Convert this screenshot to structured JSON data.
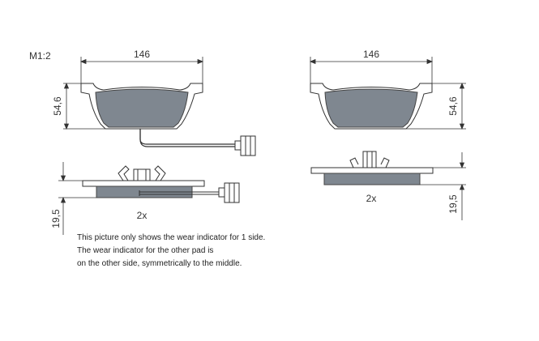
{
  "scale_label": "M1:2",
  "left_pad": {
    "width_label": "146",
    "height_label": "54,6",
    "thickness_label": "19,5",
    "count_label": "2x"
  },
  "right_pad": {
    "width_label": "146",
    "height_label": "54,6",
    "thickness_label": "19,5",
    "count_label": "2x"
  },
  "note": {
    "line1": "This picture only shows the wear indicator for 1 side.",
    "line2": "The wear indicator for the other pad is",
    "line3": "on the other side, symmetrically to the middle."
  },
  "colors": {
    "pad_fill": "#7f8790",
    "line": "#333333"
  }
}
